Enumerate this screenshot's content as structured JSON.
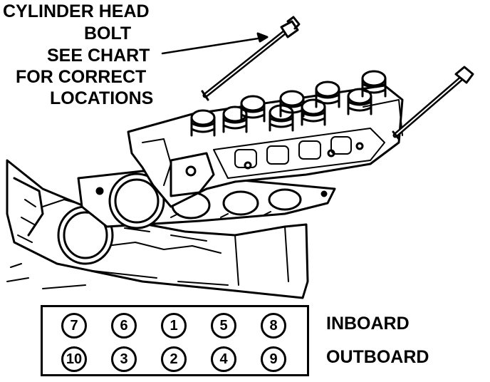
{
  "callout": {
    "lines": [
      "CYLINDER HEAD",
      "BOLT",
      "SEE CHART",
      "FOR CORRECT",
      "LOCATIONS"
    ]
  },
  "sequence_chart": {
    "rows": [
      {
        "label": "INBOARD",
        "values": [
          "7",
          "6",
          "1",
          "5",
          "8"
        ]
      },
      {
        "label": "OUTBOARD",
        "values": [
          "10",
          "3",
          "2",
          "4",
          "9"
        ]
      }
    ]
  }
}
